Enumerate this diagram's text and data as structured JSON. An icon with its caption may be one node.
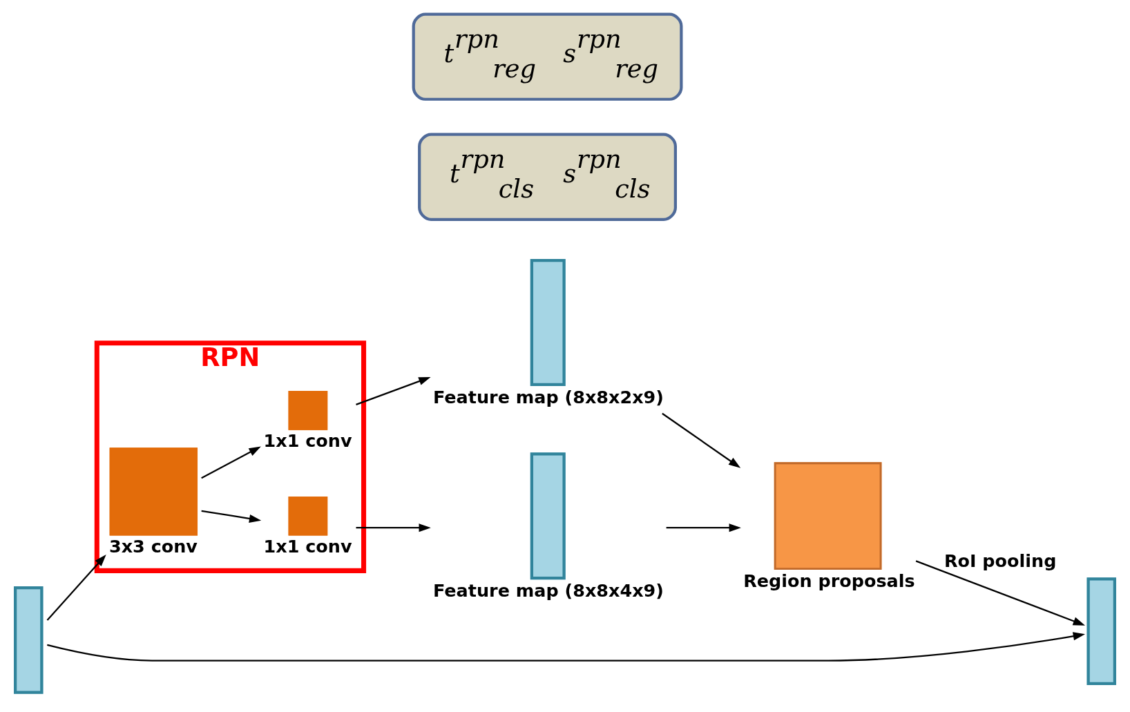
{
  "diagram": {
    "nodes": [
      {
        "text": [
          "RPN"
        ]
      },
      {
        "text": [],
        "shape": "box",
        "beside": [
          "3x3 conv"
        ],
        "in": 0
      },
      {
        "text": [],
        "shape": "box",
        "beside": [
          "1x1 conv"
        ],
        "in": 0
      },
      {
        "text": [],
        "shape": "box",
        "beside": [
          "1x1 conv"
        ],
        "in": 0
      },
      {
        "text": [],
        "shape": "bar",
        "beside": [
          "Feature map (8x8x2x9)"
        ]
      },
      {
        "text": [
          "t$^{rpn}$$_{cls}$ s$^{rpn}$$_{cls}$"
        ]
      },
      {
        "text": [],
        "shape": "bar",
        "beside": [
          "Feature map (8x8x4x9)"
        ]
      },
      {
        "text": [
          "t$^{rpn}$$_{reg}$ s$^{rpn}$$_{reg}$"
        ]
      },
      {
        "text": [],
        "shape": "box",
        "beside": [
          "Region proposals"
        ]
      },
      {
        "text": [],
        "shape": "bar"
      },
      {
        "text": [],
        "shape": "bar"
      }
    ],
    "edges": [
      {
        "from": 9,
        "to": 1,
        "arrow": "to"
      },
      {
        "from": 1,
        "to": 2,
        "arrow": "to"
      },
      {
        "from": 1,
        "to": 3,
        "arrow": "to"
      },
      {
        "from": 2,
        "to": 4,
        "arrow": "to"
      },
      {
        "from": 3,
        "to": 6,
        "arrow": "to"
      },
      {
        "from": 4,
        "to": 8,
        "arrow": "to"
      },
      {
        "from": 6,
        "to": 8,
        "arrow": "to"
      },
      {
        "from": 8,
        "to": 10,
        "arrow": "to",
        "label": "RoI pooling"
      },
      {
        "from": 9,
        "to": 10,
        "arrow": "to"
      }
    ]
  }
}
